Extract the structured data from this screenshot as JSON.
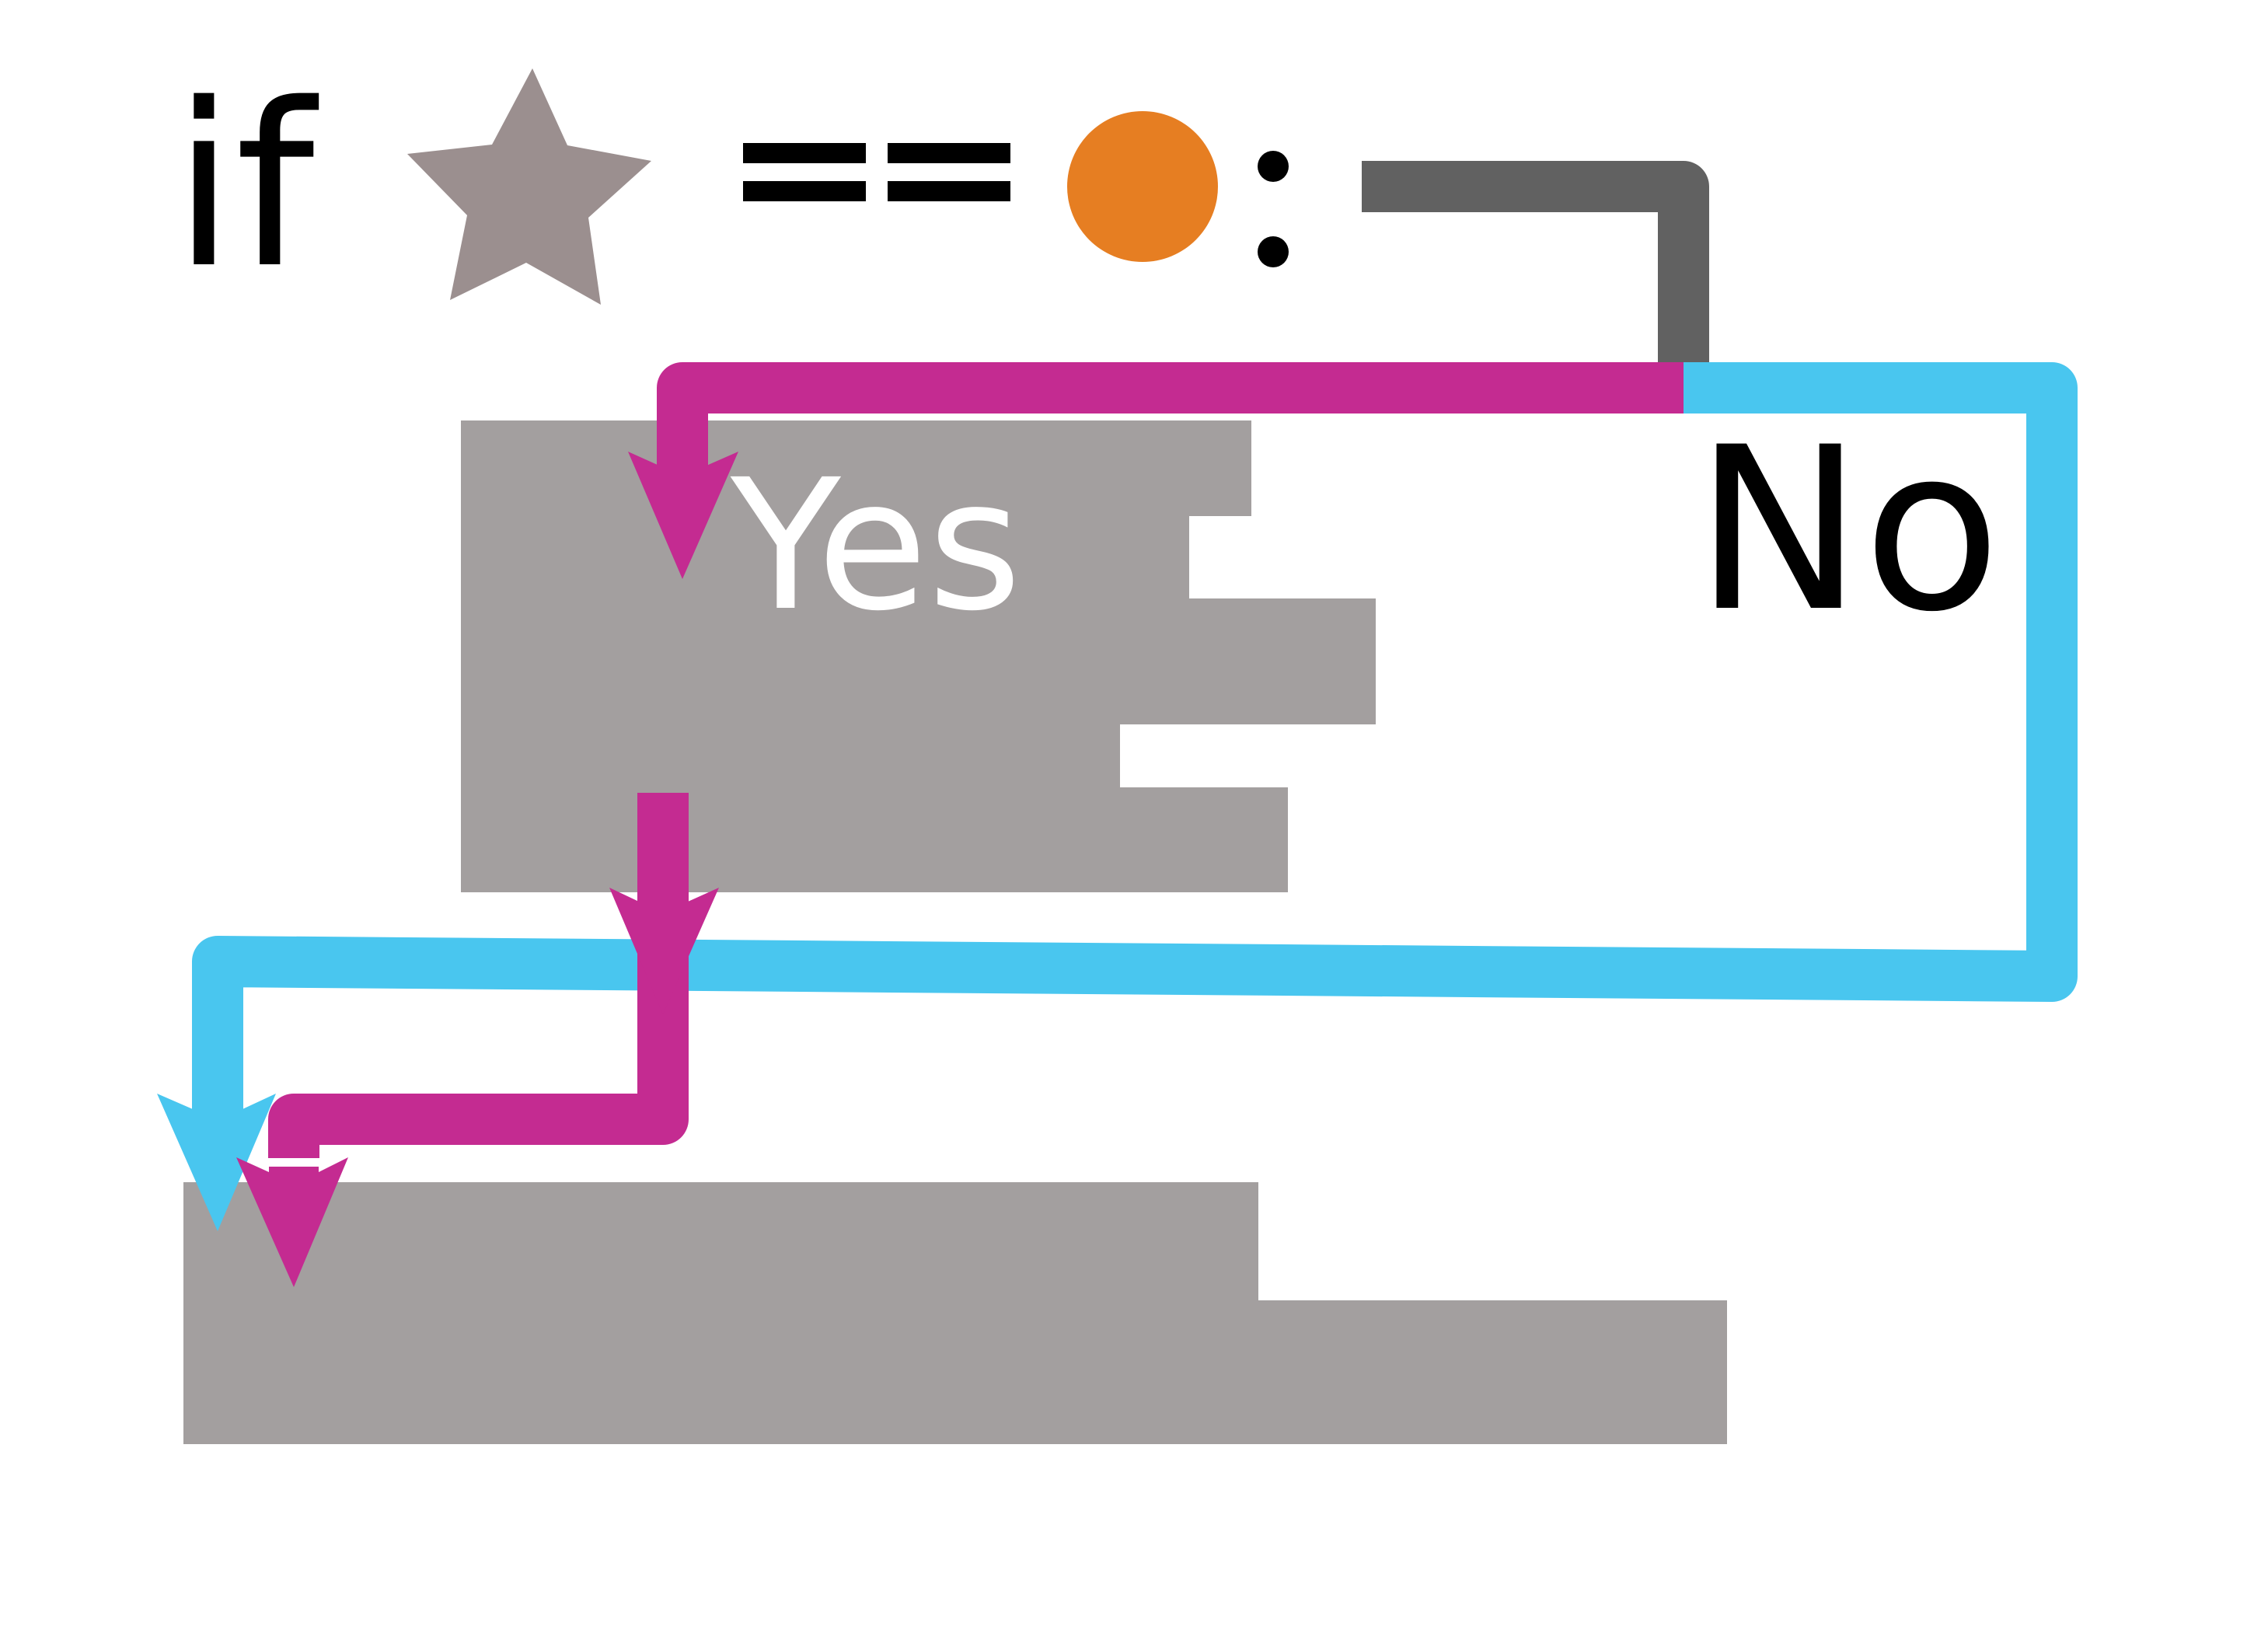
{
  "condition": {
    "keyword": "if",
    "left_operand_icon": "star-icon",
    "operator": "==",
    "right_operand_icon": "circle-icon",
    "terminator": ":"
  },
  "branches": {
    "yes_label": "Yes",
    "no_label": "No"
  },
  "colors": {
    "text": "#000000",
    "star": "#9b8f8f",
    "circle": "#e67e22",
    "connector": "#616161",
    "yes_path": "#c42b91",
    "no_path": "#49c6ef",
    "block": "#a39f9f",
    "yes_label": "#ffffff"
  }
}
